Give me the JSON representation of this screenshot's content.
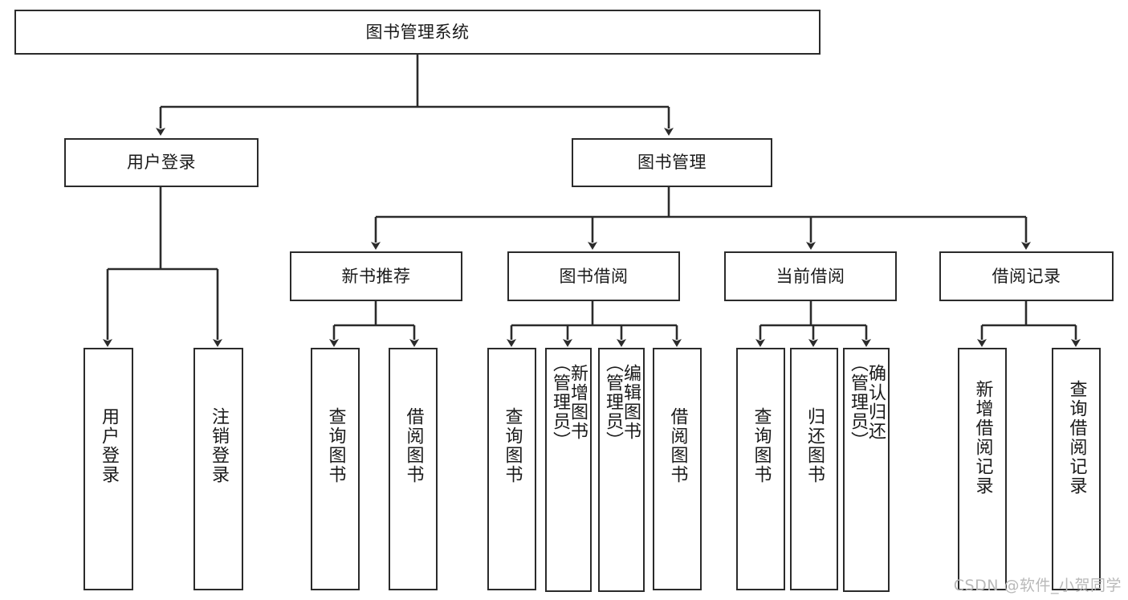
{
  "diagram": {
    "title": "图书管理系统",
    "type": "tree-hierarchy",
    "nodes": {
      "root": {
        "label": "图书管理系统"
      },
      "level2": [
        {
          "id": "user-login",
          "label": "用户登录"
        },
        {
          "id": "book-management",
          "label": "图书管理"
        }
      ],
      "level3": [
        {
          "id": "new-book-recommend",
          "label": "新书推荐"
        },
        {
          "id": "book-borrow",
          "label": "图书借阅"
        },
        {
          "id": "current-borrow",
          "label": "当前借阅"
        },
        {
          "id": "borrow-record",
          "label": "借阅记录"
        }
      ],
      "leaves": {
        "user_login": [
          {
            "id": "leaf-user-login",
            "label": "用户登录"
          },
          {
            "id": "leaf-logout-login",
            "label": "注销登录"
          }
        ],
        "new_book_recommend": [
          {
            "id": "leaf-query-book-1",
            "label": "查询图书"
          },
          {
            "id": "leaf-borrow-book-1",
            "label": "借阅图书"
          }
        ],
        "book_borrow": [
          {
            "id": "leaf-query-book-2",
            "label": "查询图书"
          },
          {
            "id": "leaf-add-book",
            "label": "新增图书\n（管理员）"
          },
          {
            "id": "leaf-edit-book",
            "label": "编辑图书\n（管理员）"
          },
          {
            "id": "leaf-borrow-book-2",
            "label": "借阅图书"
          }
        ],
        "current_borrow": [
          {
            "id": "leaf-query-book-3",
            "label": "查询图书"
          },
          {
            "id": "leaf-return-book",
            "label": "归还图书"
          },
          {
            "id": "leaf-confirm-return",
            "label": "确认归还\n（管理员）"
          }
        ],
        "borrow_record": [
          {
            "id": "leaf-add-record",
            "label": "新增借阅记录"
          },
          {
            "id": "leaf-query-record",
            "label": "查询借阅记录"
          }
        ]
      }
    },
    "colors": {
      "stroke": "#2b2b2b",
      "fill": "#ffffff",
      "text": "#1a1a1a",
      "watermark": "#b9b9b9"
    }
  },
  "watermark": {
    "text": "CSDN @软件_小贺同学"
  }
}
